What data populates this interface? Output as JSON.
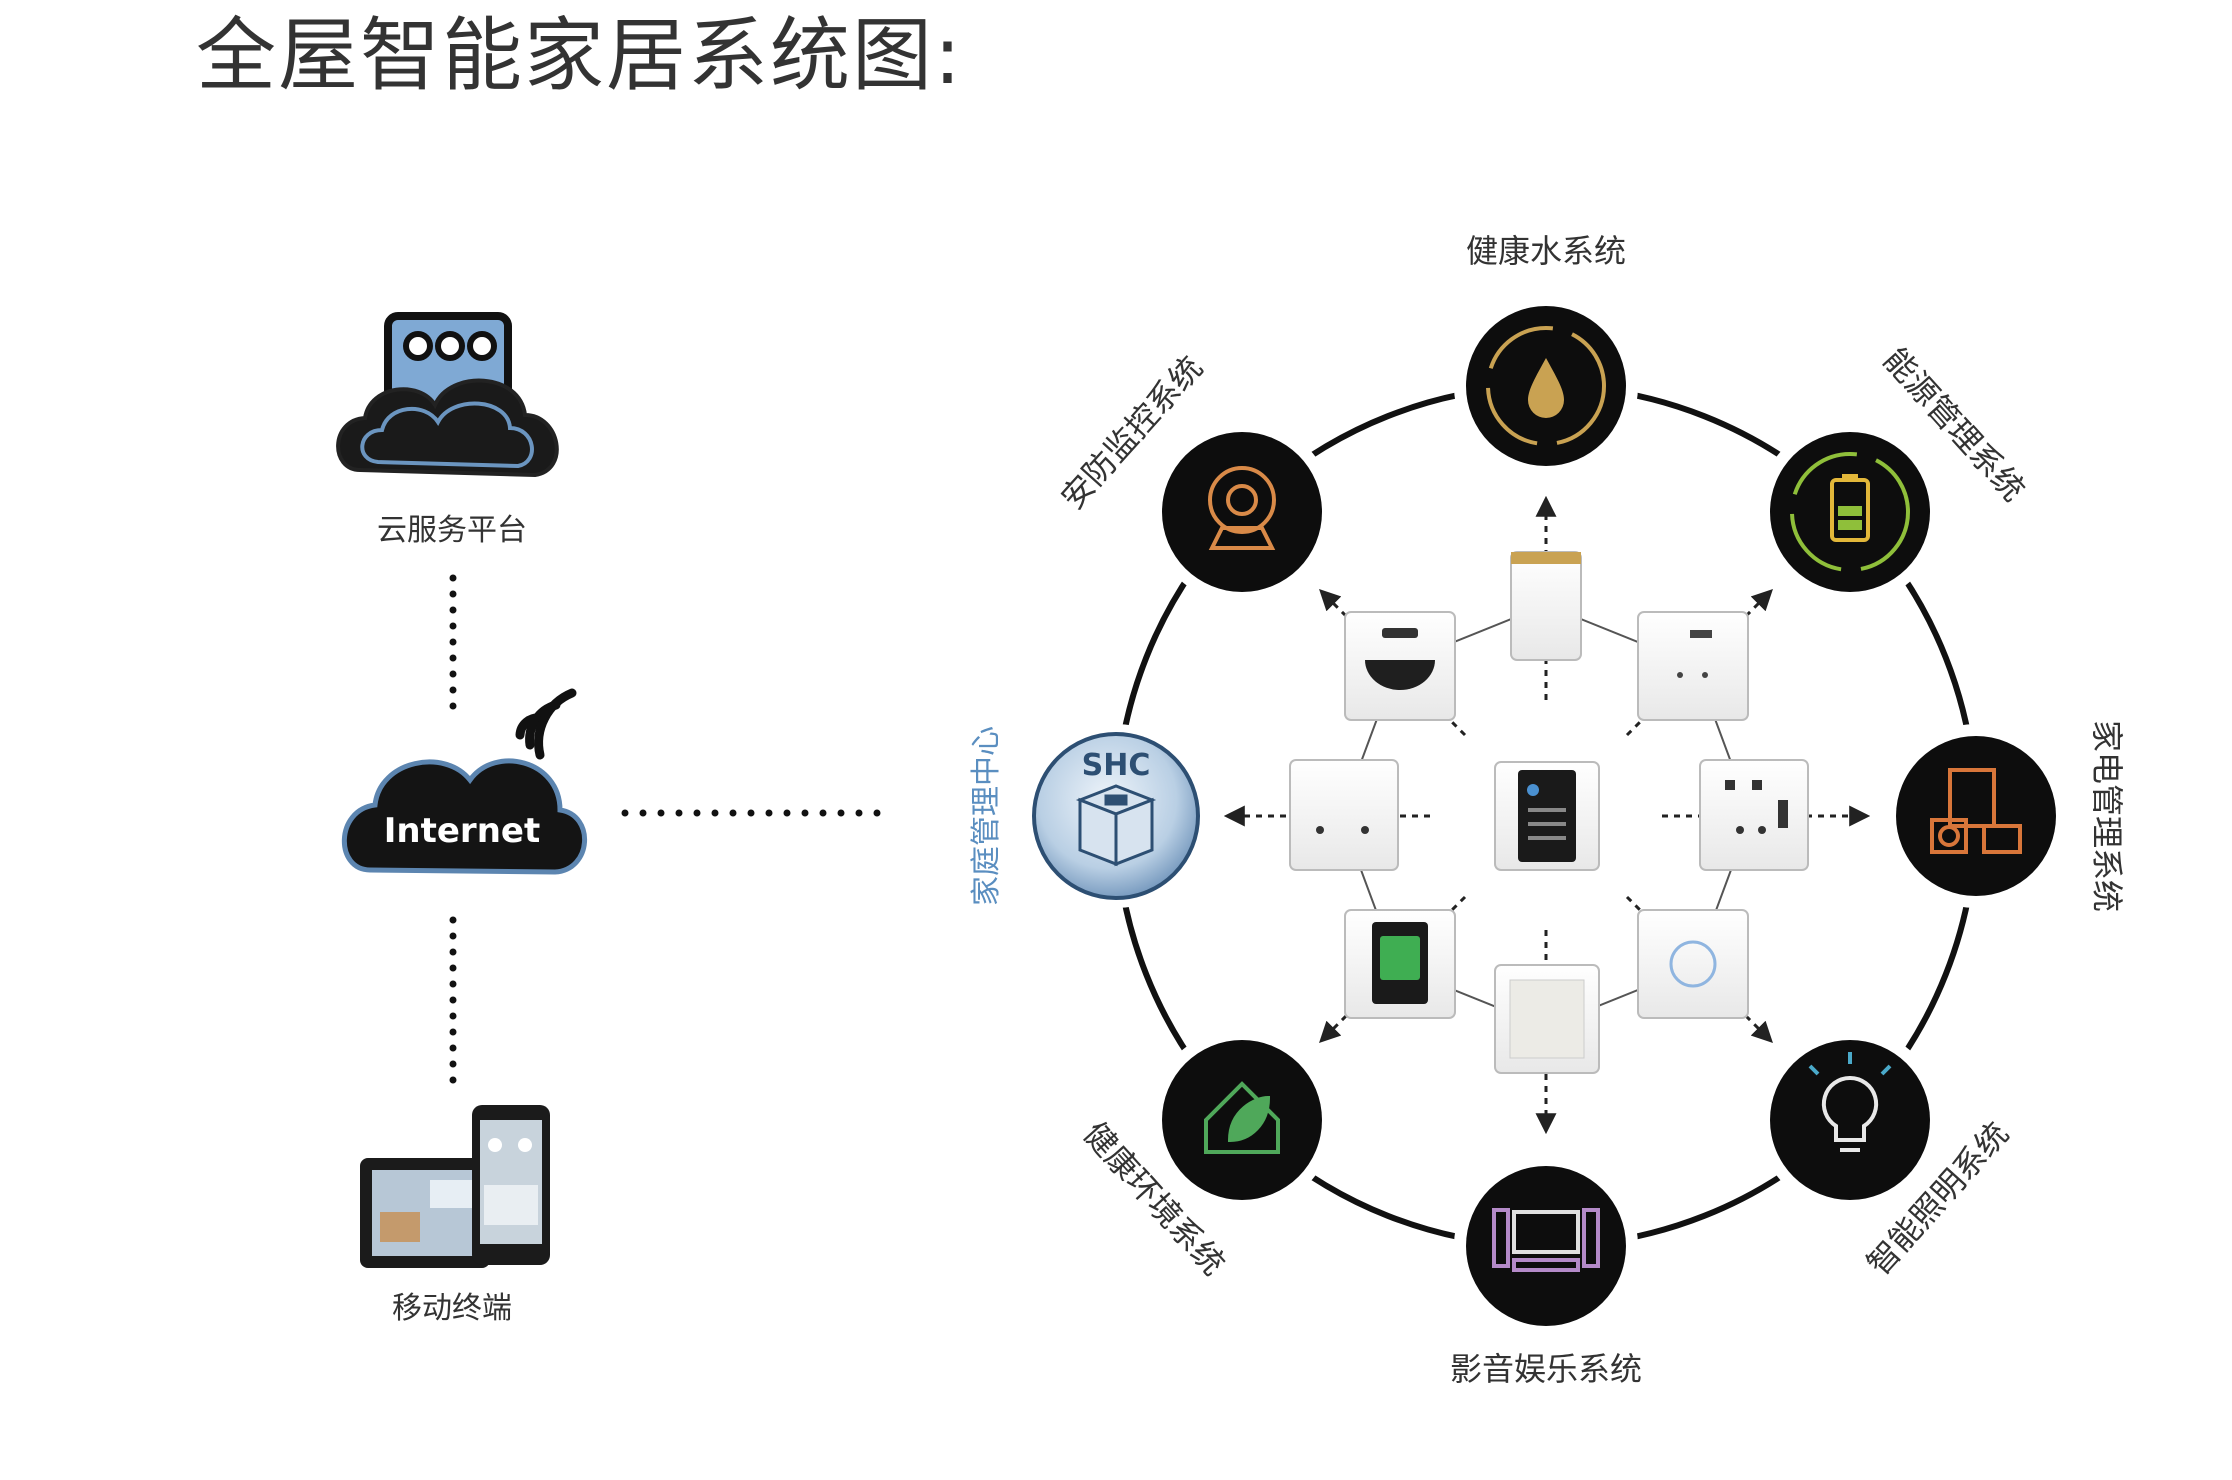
{
  "title": "全屋智能家居系统图:",
  "left_column": {
    "cloud_platform": "云服务平台",
    "internet": "Internet",
    "mobile_terminal": "移动终端"
  },
  "hub": {
    "badge": "SHC",
    "label": "家庭管理中心",
    "accent": "#5a8ec0"
  },
  "subsystems": {
    "water": "健康水系统",
    "energy": "能源管理系统",
    "appliance": "家电管理系统",
    "lighting": "智能照明系统",
    "av": "影音娱乐系统",
    "environment": "健康环境系统",
    "security": "安防监控系统"
  },
  "icons": {
    "water": "water-drop-icon",
    "energy": "battery-icon",
    "appliance": "appliance-icon",
    "lighting": "light-bulb-icon",
    "av": "speaker-tv-icon",
    "environment": "leaf-house-icon",
    "security": "camera-icon"
  },
  "colors": {
    "water": "#c9a252",
    "energy": "#8fbf3a",
    "appliance": "#d8763a",
    "lighting": "#4aa9c9",
    "av": "#b48ac8",
    "environment": "#4fa85a",
    "security": "#d98a48"
  }
}
